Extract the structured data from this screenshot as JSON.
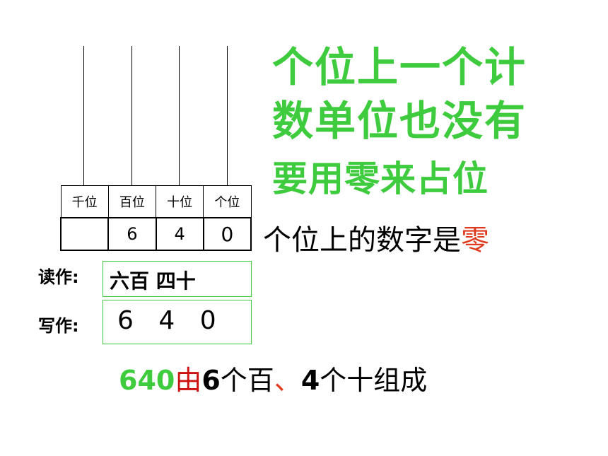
{
  "heading": {
    "line1": "个位上一个计",
    "line2": "数单位也没有",
    "line3": "要用零来占位"
  },
  "place_table": {
    "headers": [
      "千位",
      "百位",
      "十位",
      "个位"
    ],
    "values": [
      "",
      "6",
      "4",
      "0"
    ]
  },
  "ones_note": {
    "prefix": "个位上的数字是",
    "highlight": "零"
  },
  "read": {
    "label": "读作:",
    "value": "六百 四十"
  },
  "write": {
    "label": "写作:",
    "value": "6 4 0"
  },
  "summary": {
    "number": "640",
    "connector": "由",
    "hundreds_digit": "6",
    "hundreds_text": "个百",
    "separator": "、",
    "tens_digit": "4",
    "tens_text": "个十组成"
  },
  "colors": {
    "green": "#3ecb3e",
    "red": "#e03a1e",
    "dark_red": "#cc1111"
  }
}
